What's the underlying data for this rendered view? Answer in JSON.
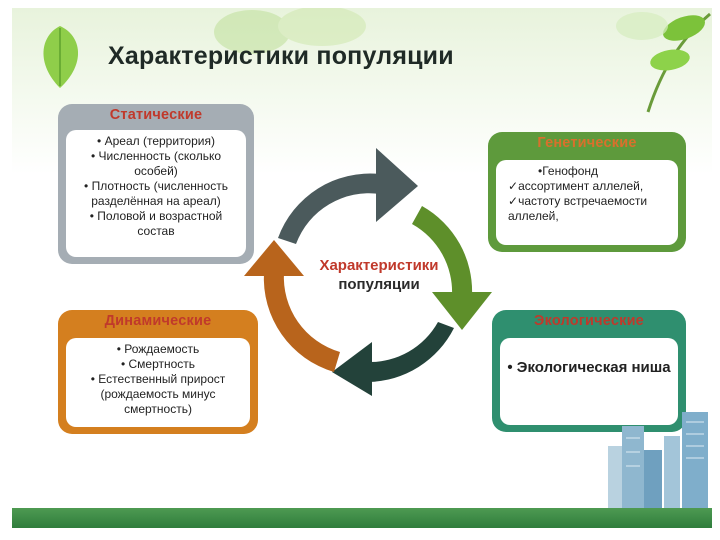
{
  "title": "Характеристики популяции",
  "center": {
    "line1": "Характеристики",
    "line2": "популяции"
  },
  "cards": {
    "static": {
      "title": "Статические",
      "items": [
        "Ареал (территория)",
        "Численность (сколько особей)",
        "Плотность (численность разделённая на ареал)",
        "Половой и возрастной состав"
      ]
    },
    "genetic": {
      "title": "Генетические",
      "items": [
        "Генофонд",
        "ассортимент аллелей,",
        "частоту встречаемости аллелей,"
      ]
    },
    "dynamic": {
      "title": "Динамические",
      "items": [
        "Рождаемость",
        "Смертность",
        "Естественный прирост (рождаемость минус смертность)"
      ]
    },
    "ecological": {
      "title": "Экологические",
      "items": [
        "Экологическая ниша"
      ]
    }
  },
  "bullets": {
    "dot": "•",
    "check": "✓"
  },
  "colors": {
    "arrow_top": "#4b5a5c",
    "arrow_right": "#5e8f2a",
    "arrow_bottom": "#23423a",
    "arrow_left": "#b8641c",
    "accent_red": "#c0392b",
    "footer_green": "#2f7d3c"
  }
}
